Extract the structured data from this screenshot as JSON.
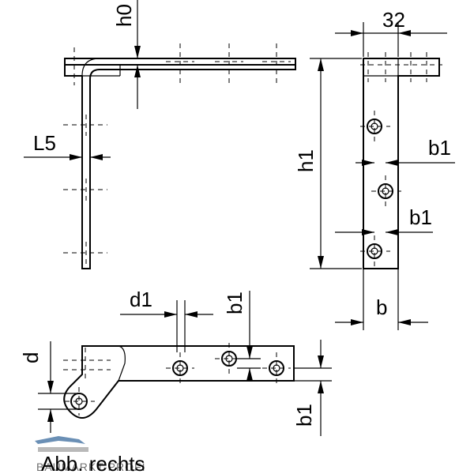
{
  "dimensions": {
    "h0": "h0",
    "L5": "L5",
    "width_32": "32",
    "h1": "h1",
    "b1_upper": "b1",
    "b1_middle": "b1",
    "b": "b",
    "d1": "d1",
    "b1_bottom_vertical": "b1",
    "d": "d",
    "b1_bottom_right": "b1"
  },
  "caption": "Abb. rechts",
  "watermark": "BAUMARKT-PROFI",
  "colors": {
    "line": "#000000",
    "watermark_blue": "#6a8fb5",
    "watermark_grey": "#7a7a7a"
  }
}
